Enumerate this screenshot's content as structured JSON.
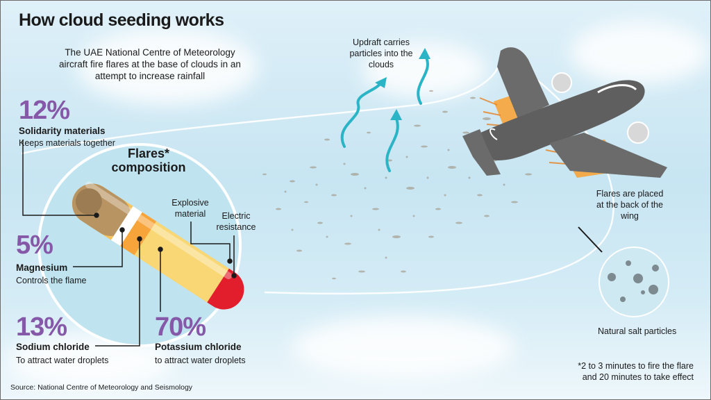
{
  "title": "How cloud seeding works",
  "intro": "The UAE National Centre of Meteorology aircraft fire flares at the base of clouds in an attempt to increase rainfall",
  "composition_heading": "Flares* composition",
  "components": [
    {
      "percent": "12%",
      "name": "Solidarity materials",
      "description": "Keeps materials together"
    },
    {
      "percent": "5%",
      "name": "Magnesium",
      "description": "Controls the flame"
    },
    {
      "percent": "13%",
      "name": "Sodium chloride",
      "description": "To attract water droplets"
    },
    {
      "percent": "70%",
      "name": "Potassium chloride",
      "description": "to attract water droplets"
    }
  ],
  "flare_labels": {
    "explosive": "Explosive material",
    "resistance": "Electric resistance"
  },
  "updraft": "Updraft carries particles into the clouds",
  "flares_placed": "Flares are placed at the back of the wing",
  "salt": "Natural salt particles",
  "footnote": "*2 to 3 minutes to fire the flare and 20 minutes to take effect",
  "source": "Source: National Centre of Meteorology and Seismology",
  "colors": {
    "accent_purple": "#8559a8",
    "updraft_teal": "#2bb3c6",
    "plane_gray": "#6b6b6b",
    "flare_orange": "#f7a43a",
    "flare_red": "#e21e2d",
    "lens_blue": "#bfe3ef"
  },
  "icons": [
    "airplane-icon",
    "flare-tube-icon",
    "updraft-arrow-icon",
    "salt-particles-icon"
  ]
}
